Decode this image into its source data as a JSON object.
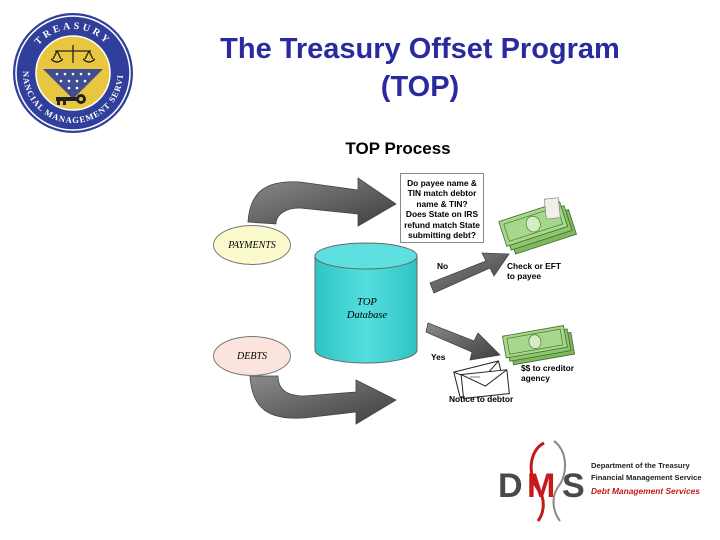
{
  "slide": {
    "title_line1": "The Treasury Offset Program",
    "title_line2": "(TOP)",
    "subtitle": "TOP Process"
  },
  "seal": {
    "text_top": "TREASURY",
    "text_bottom": "FINANCIAL MANAGEMENT SERVICE"
  },
  "diagram": {
    "payments_label": "PAYMENTS",
    "debts_label": "DEBTS",
    "database_line1": "TOP",
    "database_line2": "Database",
    "question_lines": [
      "Do payee name &",
      "TIN match debtor",
      "name & TIN?",
      "Does State on IRS",
      "refund match State",
      "submitting debt?"
    ],
    "no_label": "No",
    "yes_label": "Yes",
    "check_line1": "Check or EFT",
    "check_line2": "to payee",
    "creditor_line1": "$$ to creditor",
    "creditor_line2": "agency",
    "notice_label": "Notice to debtor"
  },
  "dms_logo": {
    "letters": [
      "D",
      "M",
      "S"
    ],
    "line1": "Department of the Treasury",
    "line2": "Financial Management Service",
    "line3": "Debt Management Services"
  },
  "colors": {
    "title": "#2a2aa0",
    "arrow": "#555555",
    "database": "#40d0d0",
    "payments": "#fafacc",
    "debts": "#fce4de",
    "money": "#9ad07a",
    "dms_red": "#c41a1a"
  }
}
